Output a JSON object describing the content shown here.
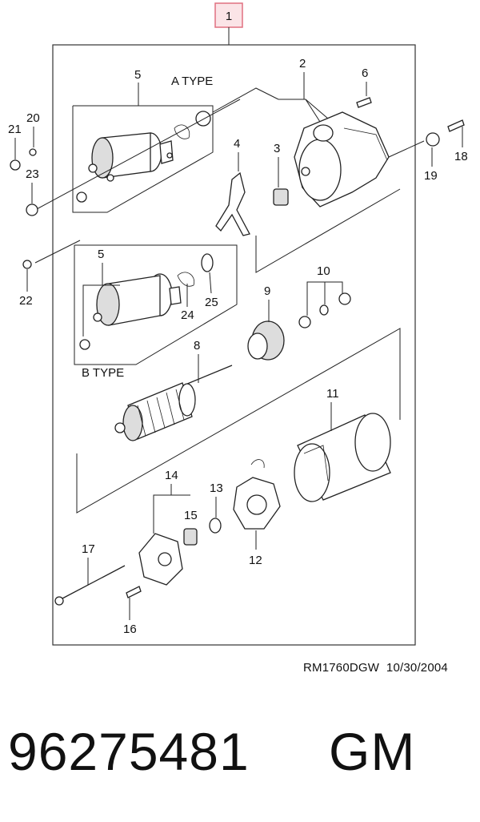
{
  "assembly_label": "1",
  "type_labels": {
    "a": "A TYPE",
    "b": "B TYPE"
  },
  "callouts": {
    "c2": "2",
    "c3": "3",
    "c4": "4",
    "c5a": "5",
    "c5b": "5",
    "c6": "6",
    "c8": "8",
    "c9": "9",
    "c10": "10",
    "c11": "11",
    "c12": "12",
    "c13": "13",
    "c14": "14",
    "c15": "15",
    "c16": "16",
    "c17": "17",
    "c18": "18",
    "c19": "19",
    "c20": "20",
    "c21": "21",
    "c22": "22",
    "c23": "23",
    "c24": "24",
    "c25": "25"
  },
  "caption": {
    "drawing_code": "RM1760DGW",
    "date": "10/30/2004"
  },
  "part_number": "96275481",
  "brand": "GM",
  "colors": {
    "assembly_box": "#e07080",
    "assembly_box_fill": "#fbe4e7",
    "line": "#222222"
  }
}
